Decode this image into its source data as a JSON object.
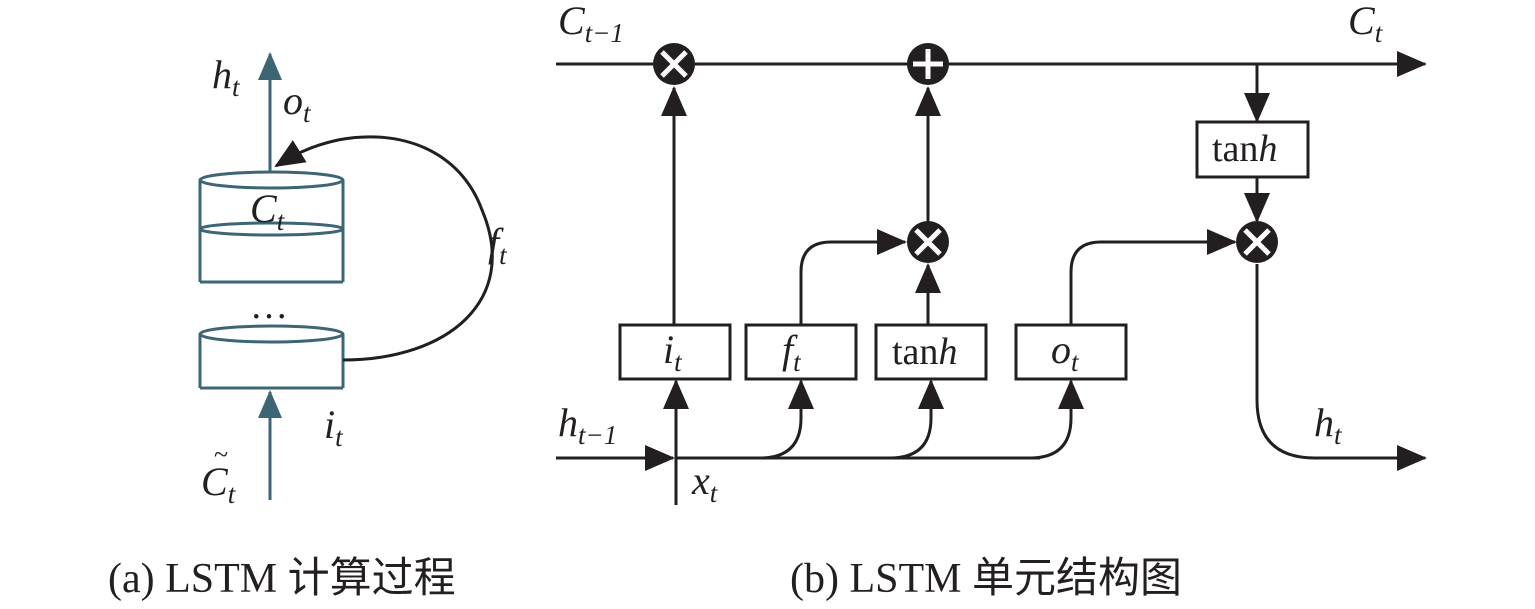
{
  "panel_a": {
    "h": "h",
    "h_sub": "t",
    "o": "o",
    "o_sub": "t",
    "c": "C",
    "c_sub": "t",
    "f": "f",
    "f_sub": "t",
    "dots": "…",
    "i": "i",
    "i_sub": "t",
    "ctilde": "C",
    "ctilde_mark": "~",
    "ctilde_sub": "t",
    "caption": "(a) LSTM 计算过程"
  },
  "panel_b": {
    "c_prev": "C",
    "c_prev_sub": "t−1",
    "c_out": "C",
    "c_out_sub": "t",
    "h_prev": "h",
    "h_prev_sub": "t−1",
    "x": "x",
    "x_sub": "t",
    "h_out": "h",
    "h_out_sub": "t",
    "gate_i": "i",
    "gate_i_sub": "t",
    "gate_f": "f",
    "gate_f_sub": "t",
    "gate_tanh_pre": "tan",
    "gate_tanh_h": "h",
    "gate_o": "o",
    "gate_o_sub": "t",
    "cell_tanh_pre": "tan",
    "cell_tanh_h": "h",
    "caption": "(b) LSTM 单元结构图"
  }
}
